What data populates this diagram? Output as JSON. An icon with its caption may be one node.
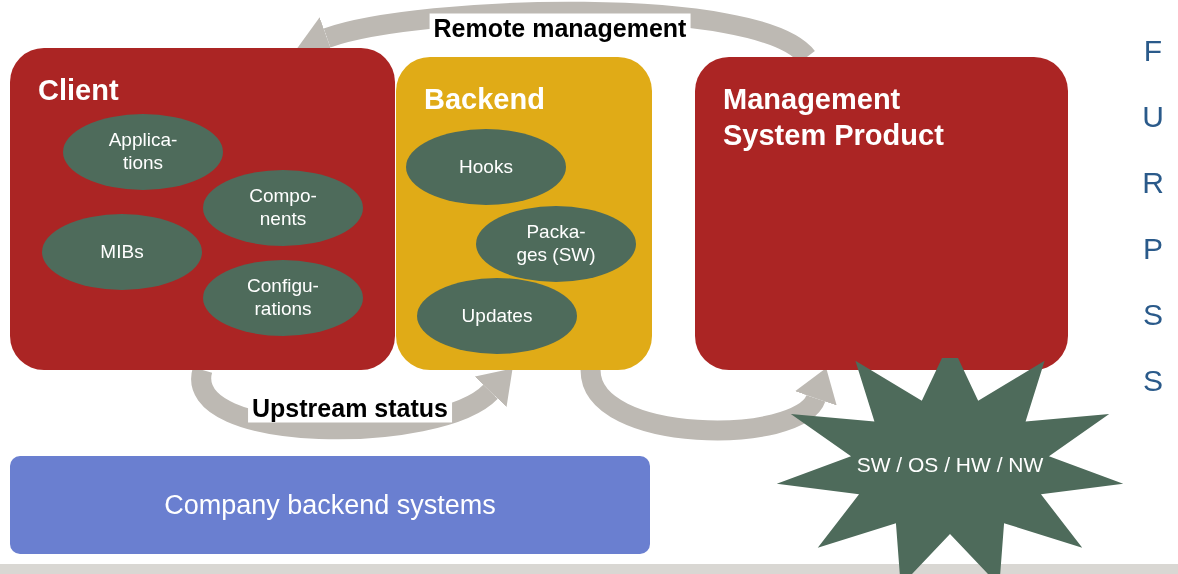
{
  "diagram": {
    "nodes": [
      {
        "text": [
          "Client"
        ]
      },
      {
        "text": [
          "Applica- tions"
        ],
        "in": 0
      },
      {
        "text": [
          "Compo- nents"
        ],
        "in": 0
      },
      {
        "text": [
          "MIBs"
        ],
        "in": 0
      },
      {
        "text": [
          "Configu- rations"
        ],
        "in": 0
      },
      {
        "text": [
          "Backend"
        ]
      },
      {
        "text": [
          "Hooks"
        ],
        "in": 5
      },
      {
        "text": [
          "Packa- ges (SW)"
        ],
        "in": 5
      },
      {
        "text": [
          "Updates"
        ],
        "in": 5
      },
      {
        "text": [
          "Management System Product"
        ]
      },
      {
        "text": [
          "Company backend systems"
        ]
      },
      {
        "text": [
          "SW / OS / HW / NW"
        ]
      }
    ],
    "edges": [
      {
        "from": 9,
        "to": 0,
        "arrow": "to",
        "label": "Remote management"
      },
      {
        "from": 0,
        "to": 5,
        "arrow": "to",
        "label": "Upstream status"
      },
      {
        "from": 5,
        "to": 9,
        "arrow": "to"
      }
    ],
    "labels": [
      "F",
      "U",
      "R",
      "P",
      "S",
      "S"
    ]
  }
}
